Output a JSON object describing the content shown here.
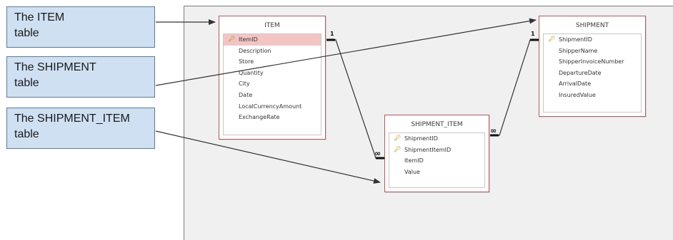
{
  "callouts": [
    {
      "line1": "The ITEM",
      "line2": "table"
    },
    {
      "line1": "The SHIPMENT",
      "line2": "table"
    },
    {
      "line1": "The SHIPMENT_ITEM",
      "line2": "table"
    }
  ],
  "tables": {
    "item": {
      "title": "ITEM",
      "fields": [
        "ItemID",
        "Description",
        "Store",
        "Quantity",
        "City",
        "Date",
        "LocalCurrencyAmount",
        "ExchangeRate"
      ]
    },
    "shipment": {
      "title": "SHIPMENT",
      "fields": [
        "ShipmentID",
        "ShipperName",
        "ShipperInvoiceNumber",
        "DepartureDate",
        "ArrivalDate",
        "InsuredValue"
      ]
    },
    "shipment_item": {
      "title": "SHIPMENT_ITEM",
      "fields": [
        "ShipmentID",
        "ShipmentItemID",
        "ItemID",
        "Value"
      ]
    }
  },
  "relationships": {
    "one_label": "1",
    "many_label": "∞"
  },
  "colors": {
    "callout_fill": "#cfe0f3",
    "table_border": "#b05a5e",
    "selected_row": "#f2c5c4",
    "key_icon": "#b48a14"
  },
  "icons": {
    "primary_key": "key-icon"
  }
}
